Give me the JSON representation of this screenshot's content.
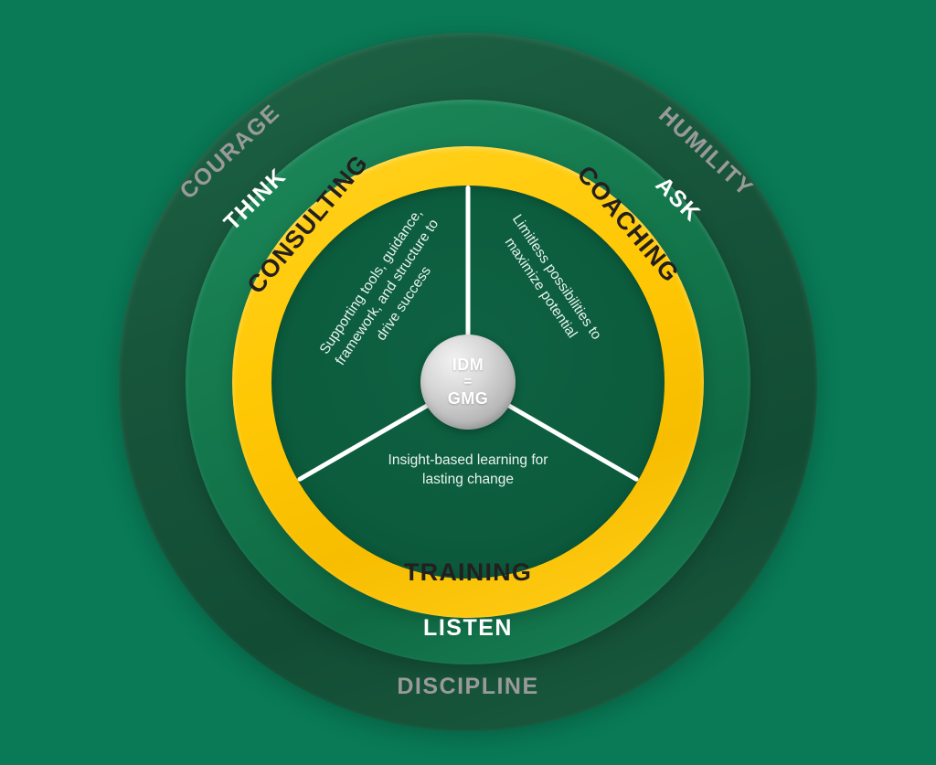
{
  "diagram": {
    "title": "IDM = GMG concentric services model",
    "center": {
      "line1": "IDM",
      "line2": "=",
      "line3": "GMG"
    },
    "rings": {
      "values": {
        "ring_name": "values-outer-ring",
        "color": "#165239",
        "text_color": "#9a9a9a",
        "items": [
          {
            "label": "COURAGE",
            "position": "upper-left"
          },
          {
            "label": "HUMILITY",
            "position": "upper-right"
          },
          {
            "label": "DISCIPLINE",
            "position": "bottom"
          }
        ]
      },
      "behaviours": {
        "ring_name": "behaviours-middle-ring",
        "color": "#14774c",
        "text_color": "#ffffff",
        "items": [
          {
            "label": "THINK",
            "position": "upper-left"
          },
          {
            "label": "ASK",
            "position": "upper-right"
          },
          {
            "label": "LISTEN",
            "position": "bottom"
          }
        ]
      },
      "services": {
        "ring_name": "services-yellow-ring",
        "color": "#ffc805",
        "text_color": "#231f20",
        "items": [
          {
            "label": "CONSULTING",
            "position": "upper-left"
          },
          {
            "label": "COACHING",
            "position": "upper-right"
          },
          {
            "label": "TRAINING",
            "position": "bottom"
          }
        ]
      },
      "core": {
        "ring_name": "core-inner-disc",
        "color": "#0c5c3d",
        "text_color": "#e9f3ee",
        "segments": [
          {
            "name": "consulting",
            "description": "Supporting tools, guidance,\nframework, and structure to\ndrive success"
          },
          {
            "name": "coaching",
            "description": "Limitless possibilities to\nmaximize potential"
          },
          {
            "name": "training",
            "description": "Insight-based learning for\nlasting change"
          }
        ]
      }
    },
    "background_color": "#097a55",
    "divider_color": "#ffffff"
  }
}
